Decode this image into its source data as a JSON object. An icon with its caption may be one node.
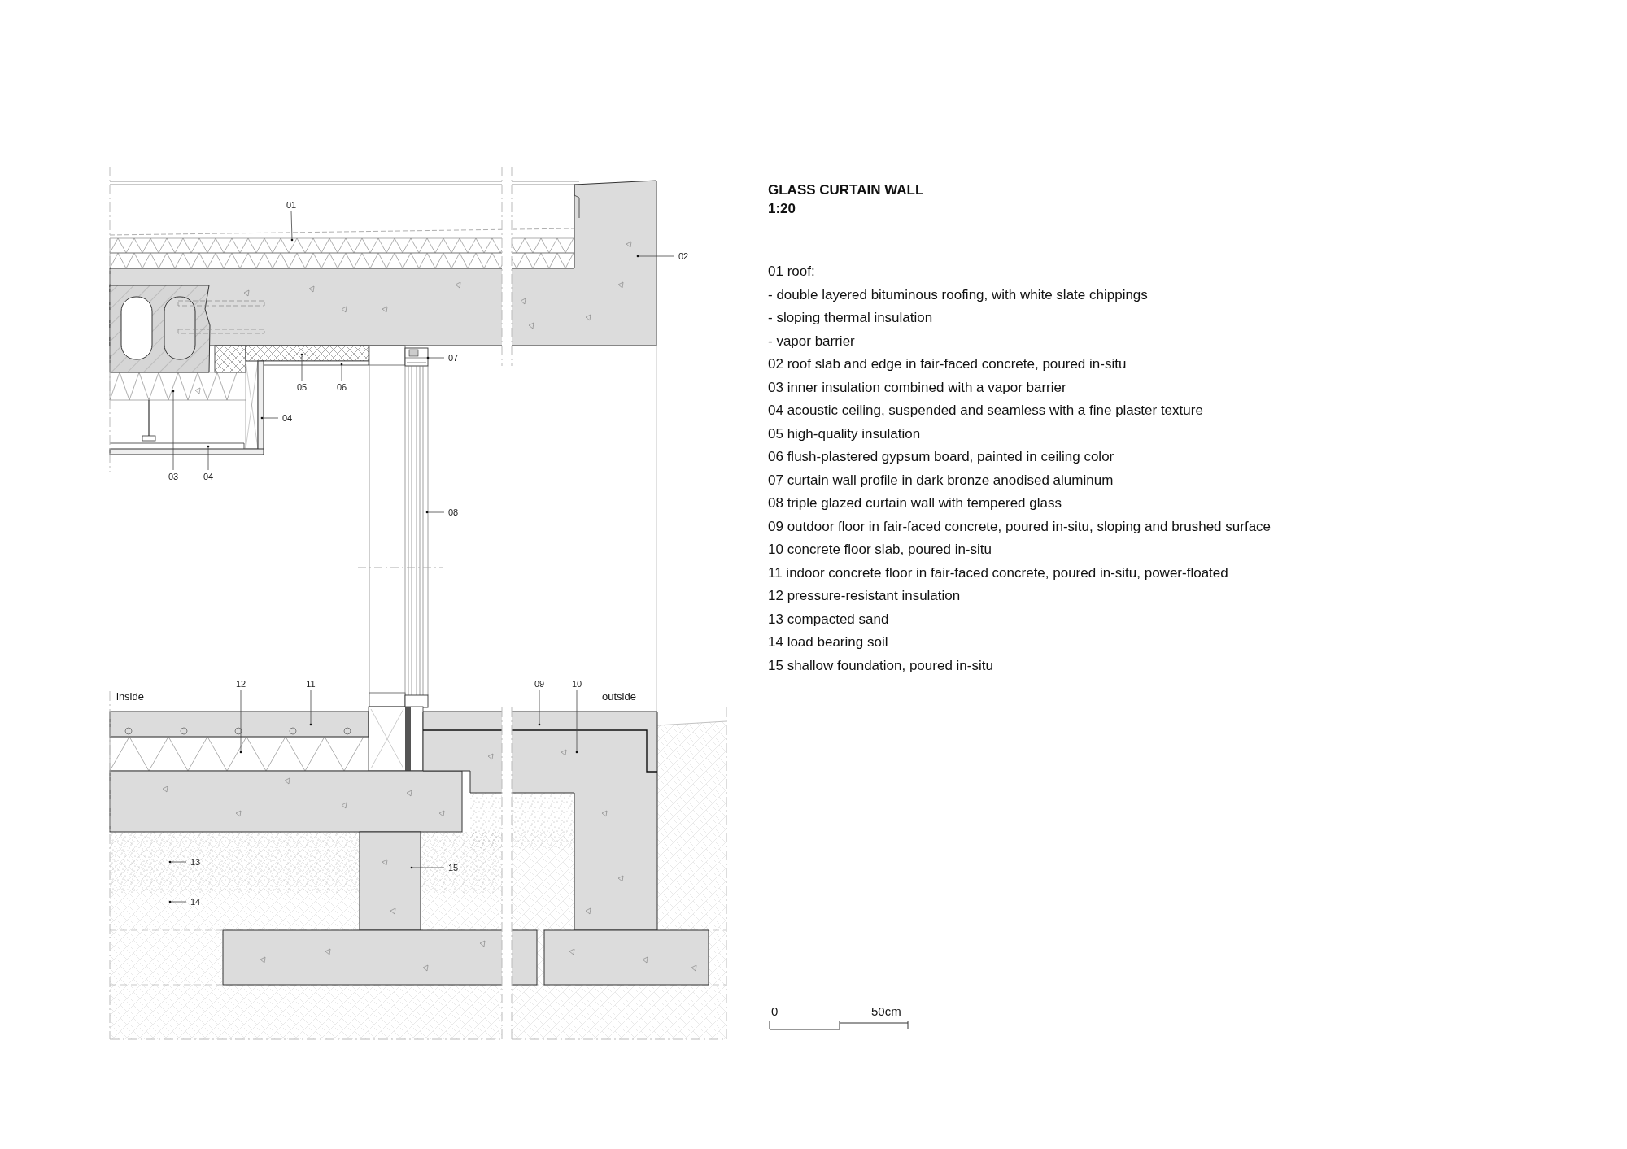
{
  "diagram": {
    "title": "GLASS CURTAIN WALL",
    "nodes": [
      {
        "text": [
          "01"
        ]
      },
      {
        "text": [
          "02"
        ]
      },
      {
        "text": [
          "07"
        ]
      },
      {
        "text": [
          "05"
        ]
      },
      {
        "text": [
          "06"
        ]
      },
      {
        "text": [
          "04"
        ]
      },
      {
        "text": [
          "03"
        ]
      },
      {
        "text": [
          "04"
        ]
      },
      {
        "text": [
          "08"
        ]
      },
      {
        "text": [
          "12"
        ]
      },
      {
        "text": [
          "11"
        ]
      },
      {
        "text": [
          "09"
        ]
      },
      {
        "text": [
          "10"
        ]
      },
      {
        "text": [
          "13"
        ]
      },
      {
        "text": [
          "14"
        ]
      },
      {
        "text": [
          "15"
        ]
      }
    ],
    "edges": [
      {
        "from": 0,
        "to": null,
        "arrow": "other"
      },
      {
        "from": 1,
        "to": null,
        "arrow": "other"
      },
      {
        "from": 2,
        "to": null,
        "arrow": "other"
      },
      {
        "from": 3,
        "to": null,
        "arrow": "other"
      },
      {
        "from": 4,
        "to": null,
        "arrow": "other"
      },
      {
        "from": 5,
        "to": null,
        "arrow": "other"
      },
      {
        "from": 6,
        "to": null,
        "arrow": "other"
      },
      {
        "from": 7,
        "to": null,
        "arrow": "other"
      },
      {
        "from": 8,
        "to": null,
        "arrow": "other"
      },
      {
        "from": 9,
        "to": null,
        "arrow": "other"
      },
      {
        "from": 10,
        "to": null,
        "arrow": "other"
      },
      {
        "from": 11,
        "to": null,
        "arrow": "other"
      },
      {
        "from": 12,
        "to": null,
        "arrow": "other"
      },
      {
        "from": 13,
        "to": null,
        "arrow": "other"
      },
      {
        "from": 14,
        "to": null,
        "arrow": "other"
      },
      {
        "from": 15,
        "to": null,
        "arrow": "other"
      }
    ],
    "labels": [
      "1:20",
      "01 roof:",
      "- double layered bituminous roofing, with white slate chippings",
      "- sloping thermal insulation",
      "- vapor barrier",
      "02 roof slab and edge in fair-faced concrete, poured in-situ",
      "03 inner insulation combined with a vapor barrier",
      "04 acoustic ceiling, suspended and seamless with a fine plaster texture",
      "05 high-quality insulation",
      "06 flush-plastered gypsum board, painted in ceiling color",
      "07 curtain wall profile in dark bronze anodised aluminum",
      "08 triple glazed curtain wall with tempered glass",
      "09 outdoor floor in fair-faced concrete, poured in-situ, sloping and brushed surface",
      "10 concrete floor slab, poured in-situ",
      "11 indoor concrete floor in fair-faced concrete, poured in-situ, power-floated",
      "12 pressure-resistant insulation",
      "13 compacted sand",
      "14 load bearing soil",
      "15 shallow foundation, poured in-situ",
      "inside",
      "outside",
      "0",
      "50cm"
    ]
  }
}
